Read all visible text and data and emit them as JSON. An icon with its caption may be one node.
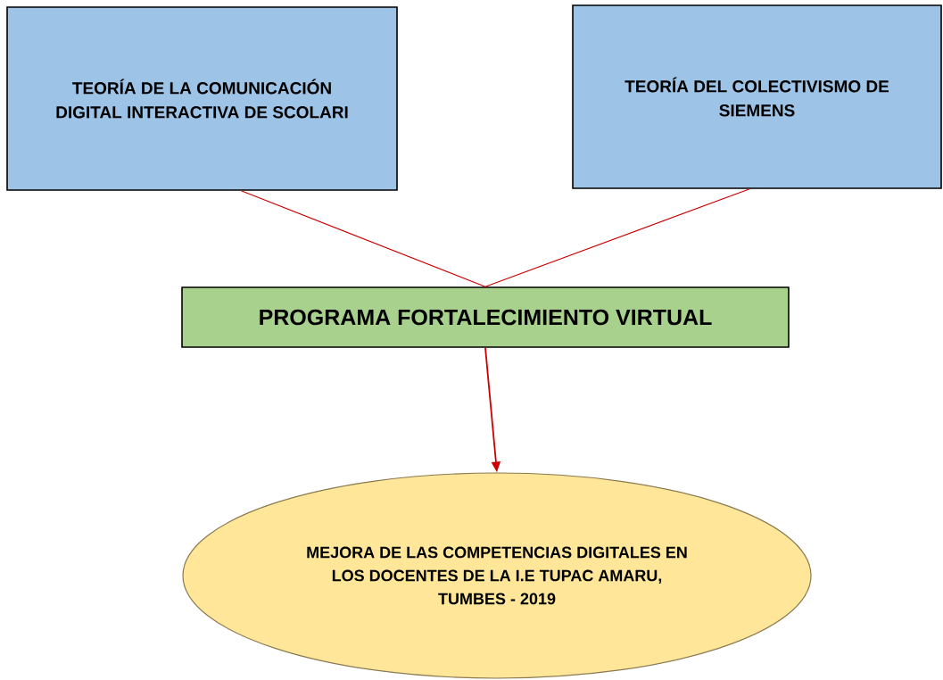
{
  "diagram": {
    "nodes": [
      {
        "text": [
          "TEORÍA DE LA COMUNICACIÓN DIGITAL INTERACTIVA DE SCOLARI"
        ]
      },
      {
        "text": [
          "TEORÍA DEL COLECTIVISMO DE SIEMENS"
        ]
      },
      {
        "text": [
          "PROGRAMA FORTALECIMIENTO VIRTUAL"
        ]
      },
      {
        "text": [
          "MEJORA DE LAS COMPETENCIAS DIGITALES EN LOS DOCENTES DE LA I.E TUPAC AMARU, TUMBES - 2019"
        ]
      }
    ],
    "edges": [
      {
        "from": 0,
        "to": 2,
        "arrow": "none"
      },
      {
        "from": 1,
        "to": 2,
        "arrow": "none"
      },
      {
        "from": 2,
        "to": 3,
        "arrow": "to"
      }
    ]
  }
}
